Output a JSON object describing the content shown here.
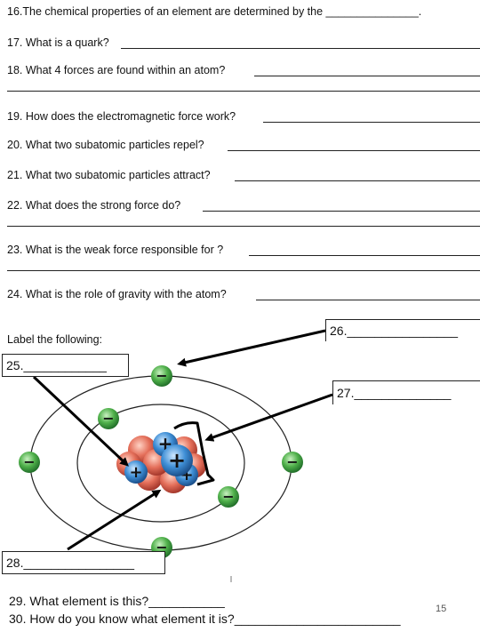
{
  "questions": [
    {
      "id": "q16",
      "text": "16.The chemical properties of an element are determined by the _______________."
    },
    {
      "id": "q17",
      "text": "17. What is a quark?"
    },
    {
      "id": "q18",
      "text": "18. What 4 forces are found within an atom?"
    },
    {
      "id": "q19",
      "text": "19. How does the electromagnetic force work?"
    },
    {
      "id": "q20",
      "text": "20. What two subatomic particles repel?"
    },
    {
      "id": "q21",
      "text": "21. What two subatomic particles attract?"
    },
    {
      "id": "q22",
      "text": "22. What does the strong force do?"
    },
    {
      "id": "q23",
      "text": "23. What is the weak force responsible for ?"
    },
    {
      "id": "q24",
      "text": "24. What is the role of gravity with the atom?"
    }
  ],
  "diagram": {
    "instruction": "Label the following:",
    "labels": {
      "l25": "25.____________",
      "l26": "26.________________",
      "l27": "27.______________",
      "l28": "28.________________"
    },
    "electron_symbol": "−",
    "proton_symbol": "+"
  },
  "bottom": {
    "q29": "29. What element is this?___________",
    "q30": "30. How do you know what element it is?________________________"
  },
  "page_number": "15"
}
